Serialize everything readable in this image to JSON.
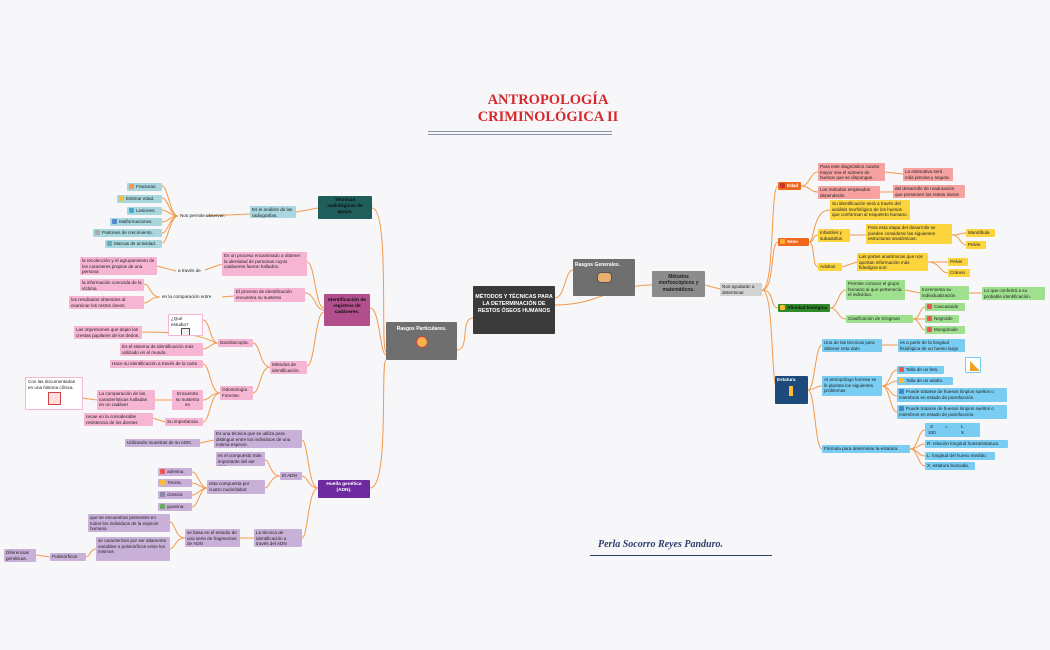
{
  "title": {
    "line1": "ANTROPOLOGÍA",
    "line2": "CRIMINOLÓGICA II"
  },
  "author": "Perla Socorro Reyes Panduro.",
  "center": "MÉTODOS Y TÉCNICAS PARA LA DETERMINACIÓN DE RESTOS ÓSEOS HUMANOS",
  "left": {
    "particulares": "Rasgos Particulares.",
    "tecnicas": {
      "title": "Técnicas radiológicas de apoyo.",
      "analisis": "Es el análisis de las radiografías.",
      "permite": "Nos permite observar:",
      "items": [
        "Fracturas.",
        "Estimar edad.",
        "Lesiones.",
        "Malformaciones.",
        "Patrones de crecimiento.",
        "Marcas de actividad."
      ]
    },
    "registros": {
      "title": "Identificación de registros de cadáveres.",
      "proceso": "Es un proceso encaminado a obtener la identidad de personas cuyos cadáveres fueron hallados.",
      "traves": "a través de",
      "recoleccion": "la recolección y el agrupamiento de los caracteres propios de una persona",
      "identificacion": "El proceso de identificación encuentra su sustento",
      "comparacion_label": "en la comparación entre",
      "info_victima": "la información conocida de la víctima",
      "resultados": "los resultados obtenidos al examinar los restos óseos.",
      "metodos": "Métodos de identificación.",
      "dactiloscopia": "Dactiloscopía.",
      "que_estudia": "¿Qué estudia?",
      "impresiones": "Las impresiones que dejan las crestas papilares de los dedos.",
      "sistema": "Es el sistema de identificación más utilizado en el mundo.",
      "odontologia": "Odontología Forense.",
      "identificacion_dental": "Hace su identificación a través de la carta dental.",
      "encuentra": "Encuentra su sustento en",
      "comparacion": "La comparación de las características halladas en un cadáver",
      "documentadas": "Con las documentadas en una historia clínica.",
      "importancia_label": "Su importancia",
      "importancia": "recae en la considerable resistencia de los dientes"
    },
    "adn": {
      "title": "Huella genética (ADN).",
      "tecnica": "Es una técnica que se utiliza para distinguir entre los individuos de una misma especie.",
      "muestras": "Utilizando muestras de su ADN.",
      "el_adn": "El ADN",
      "compuesto": "es el compuesto más importante del ser vivo",
      "nucleotidos": "esta compuesta por cuatro nucleótidos:",
      "bases": [
        "adenina.",
        "Timina.",
        "citosina",
        "guanina."
      ],
      "identificacion_adn": "La técnica de identificación a través del ADN",
      "basa": "se basa en el estudio de una serie de fragmentos de ADN",
      "encuentran": "que se encuentran presentes en todos los individuos de la especie humana",
      "alternan": "se caracterizan por ser altamente variables o polimórficos entre los mismos",
      "polimorficos": "Polimórficos",
      "diferencias": "Diferencias genéticas."
    }
  },
  "right": {
    "generales": "Rasgos Generales.",
    "metodos": "Métodos morfoscópicos y matemáticos.",
    "ayudan": "Nos ayudarán a determinar",
    "edad": {
      "label": "Edad",
      "diagnostico": "Para este diagnóstico cuanto mayor sea el número de huesos que se dispongan.",
      "estimativa": "La estimativa será más precisa y segura.",
      "empleados": "Los métodos empleados dependerán",
      "maduracion": "del desarrollo de maduración que presenten los restos óseos"
    },
    "sexo": {
      "label": "Sexo",
      "identificacion": "Su identificación será a través del análisis morfológico de los huesos que conforman al esqueleto humano.",
      "infantiles": "Infantiles y subadultos",
      "etapa": "Para esta etapa del desarrollo se pueden considerar las siguientes estructuras anatómicas:",
      "mandibula": "Mandíbula",
      "pelvis": "Pelvis",
      "adultos": "Adultos",
      "partes": "Las partes anatómicas que nos aportan información más fidedigna son:",
      "pelvis2": "Pelvis",
      "craneo": "Cráneo"
    },
    "afinidad": {
      "label": "Afinidad biológica",
      "permite": "Permite conocer el grupo humano al que pertenecía el individuo.",
      "incrementa": "Incrementa su individualización",
      "confiere": "Lo que conferirá a su probable identificación.",
      "krogman": "Clasificación de Krogman",
      "grupos": [
        "Caucasoide",
        "Negroide",
        "Mongoloide"
      ]
    },
    "estatura": {
      "label": "Estatura",
      "tecnicas": "Una de las técnicas para obtener esta dato",
      "longitud": "es a partir de la longitud fisiológica de un hueso largo",
      "antropologo": "Al antropólogo forense se le plantea los siguientes problemas",
      "problemas": [
        "Talla de un feto.",
        "Talla de un adulto.",
        "Puede tratarse de huesos limpios sueltos o miembros en estado de putrefacción.",
        "Puede tratarse de huesos limpios sueltos o miembros en estado de putrefacción."
      ],
      "formula": "Fórmula para determinar la estatura.",
      "formula_parts": [
        "S",
        "=",
        "L",
        "100",
        "X"
      ],
      "r": "R: relación longitud hueso/estatura.",
      "l": "L: longitud del hueso medido.",
      "x": "X: estatura buscada."
    }
  },
  "colors": {
    "title": "#d6282c",
    "links": "#f29a4a",
    "author": "#2e3d6b"
  }
}
